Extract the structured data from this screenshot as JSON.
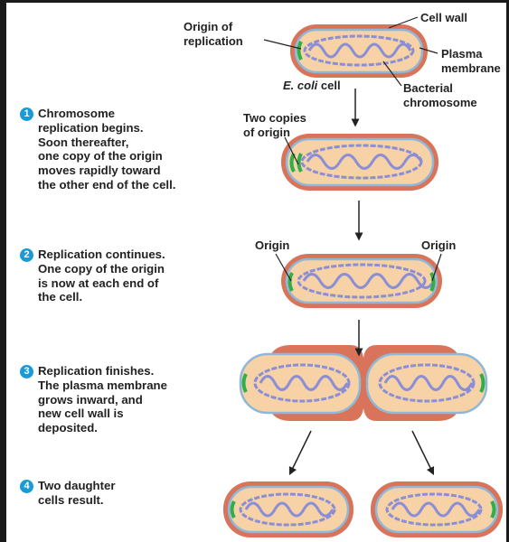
{
  "labels": {
    "origin_of_replication": "Origin of\nreplication",
    "cell_wall": "Cell wall",
    "plasma_membrane": "Plasma\nmembrane",
    "ecoli_italic": "E. coli",
    "ecoli_cell": " cell",
    "bacterial_chromosome": "Bacterial\nchromosome",
    "two_copies_of_origin": "Two copies\nof origin",
    "origin_left": "Origin",
    "origin_right": "Origin"
  },
  "steps": [
    {
      "number": "1",
      "text": "Chromosome\nreplication begins.\nSoon thereafter,\none copy of the origin\nmoves rapidly toward\nthe other end of the cell."
    },
    {
      "number": "2",
      "text": "Replication continues.\nOne copy of the origin\nis now at each end of\nthe cell."
    },
    {
      "number": "3",
      "text": "Replication finishes.\nThe plasma membrane\ngrows inward, and\nnew cell wall is\ndeposited."
    },
    {
      "number": "4",
      "text": "Two daughter\ncells result."
    }
  ],
  "colors": {
    "cell_wall": "#d9745a",
    "cytoplasm": "#f6d2a6",
    "membrane": "#8fb7d8",
    "chromosome": "#8a8ed6",
    "origin": "#2fae4a",
    "badge": "#1a9ad6"
  }
}
